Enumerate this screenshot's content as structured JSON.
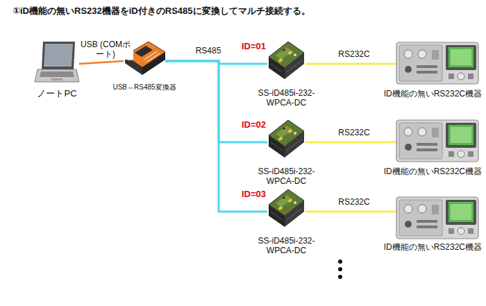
{
  "diagram": {
    "title": "①iD機能の無いRS232機器をiD付きのRS485に変換してマルチ接続する。",
    "nodes": [
      {
        "text": [
          "ノートPC"
        ]
      },
      {
        "text": [
          "USB⇔RS485変換器"
        ]
      },
      {
        "text": [
          "ID=01",
          "SS-iD485i-232- WPCA-DC"
        ]
      },
      {
        "text": [
          "ID機能の無いRS232C機器"
        ]
      },
      {
        "text": [
          "ID=02",
          "SS-iD485i-232- WPCA-DC"
        ]
      },
      {
        "text": [
          "ID機能の無いRS232C機器"
        ]
      },
      {
        "text": [
          "ID=03",
          "SS-iD485i-232- WPCA-DC"
        ]
      },
      {
        "text": [
          "ID機能の無いRS232C機器"
        ]
      }
    ],
    "edges": [
      {
        "from": 0,
        "to": 1,
        "arrow": "none",
        "label": "USB (COMポート)"
      },
      {
        "from": 1,
        "to": 2,
        "arrow": "none",
        "label": "RS485"
      },
      {
        "from": 1,
        "to": 4,
        "arrow": "none"
      },
      {
        "from": 1,
        "to": 6,
        "arrow": "none"
      },
      {
        "from": 2,
        "to": 3,
        "arrow": "none",
        "label": "RS232C"
      },
      {
        "from": 4,
        "to": 5,
        "arrow": "none",
        "label": "RS232C"
      },
      {
        "from": 6,
        "to": 7,
        "arrow": "none",
        "label": "RS232C"
      }
    ]
  }
}
